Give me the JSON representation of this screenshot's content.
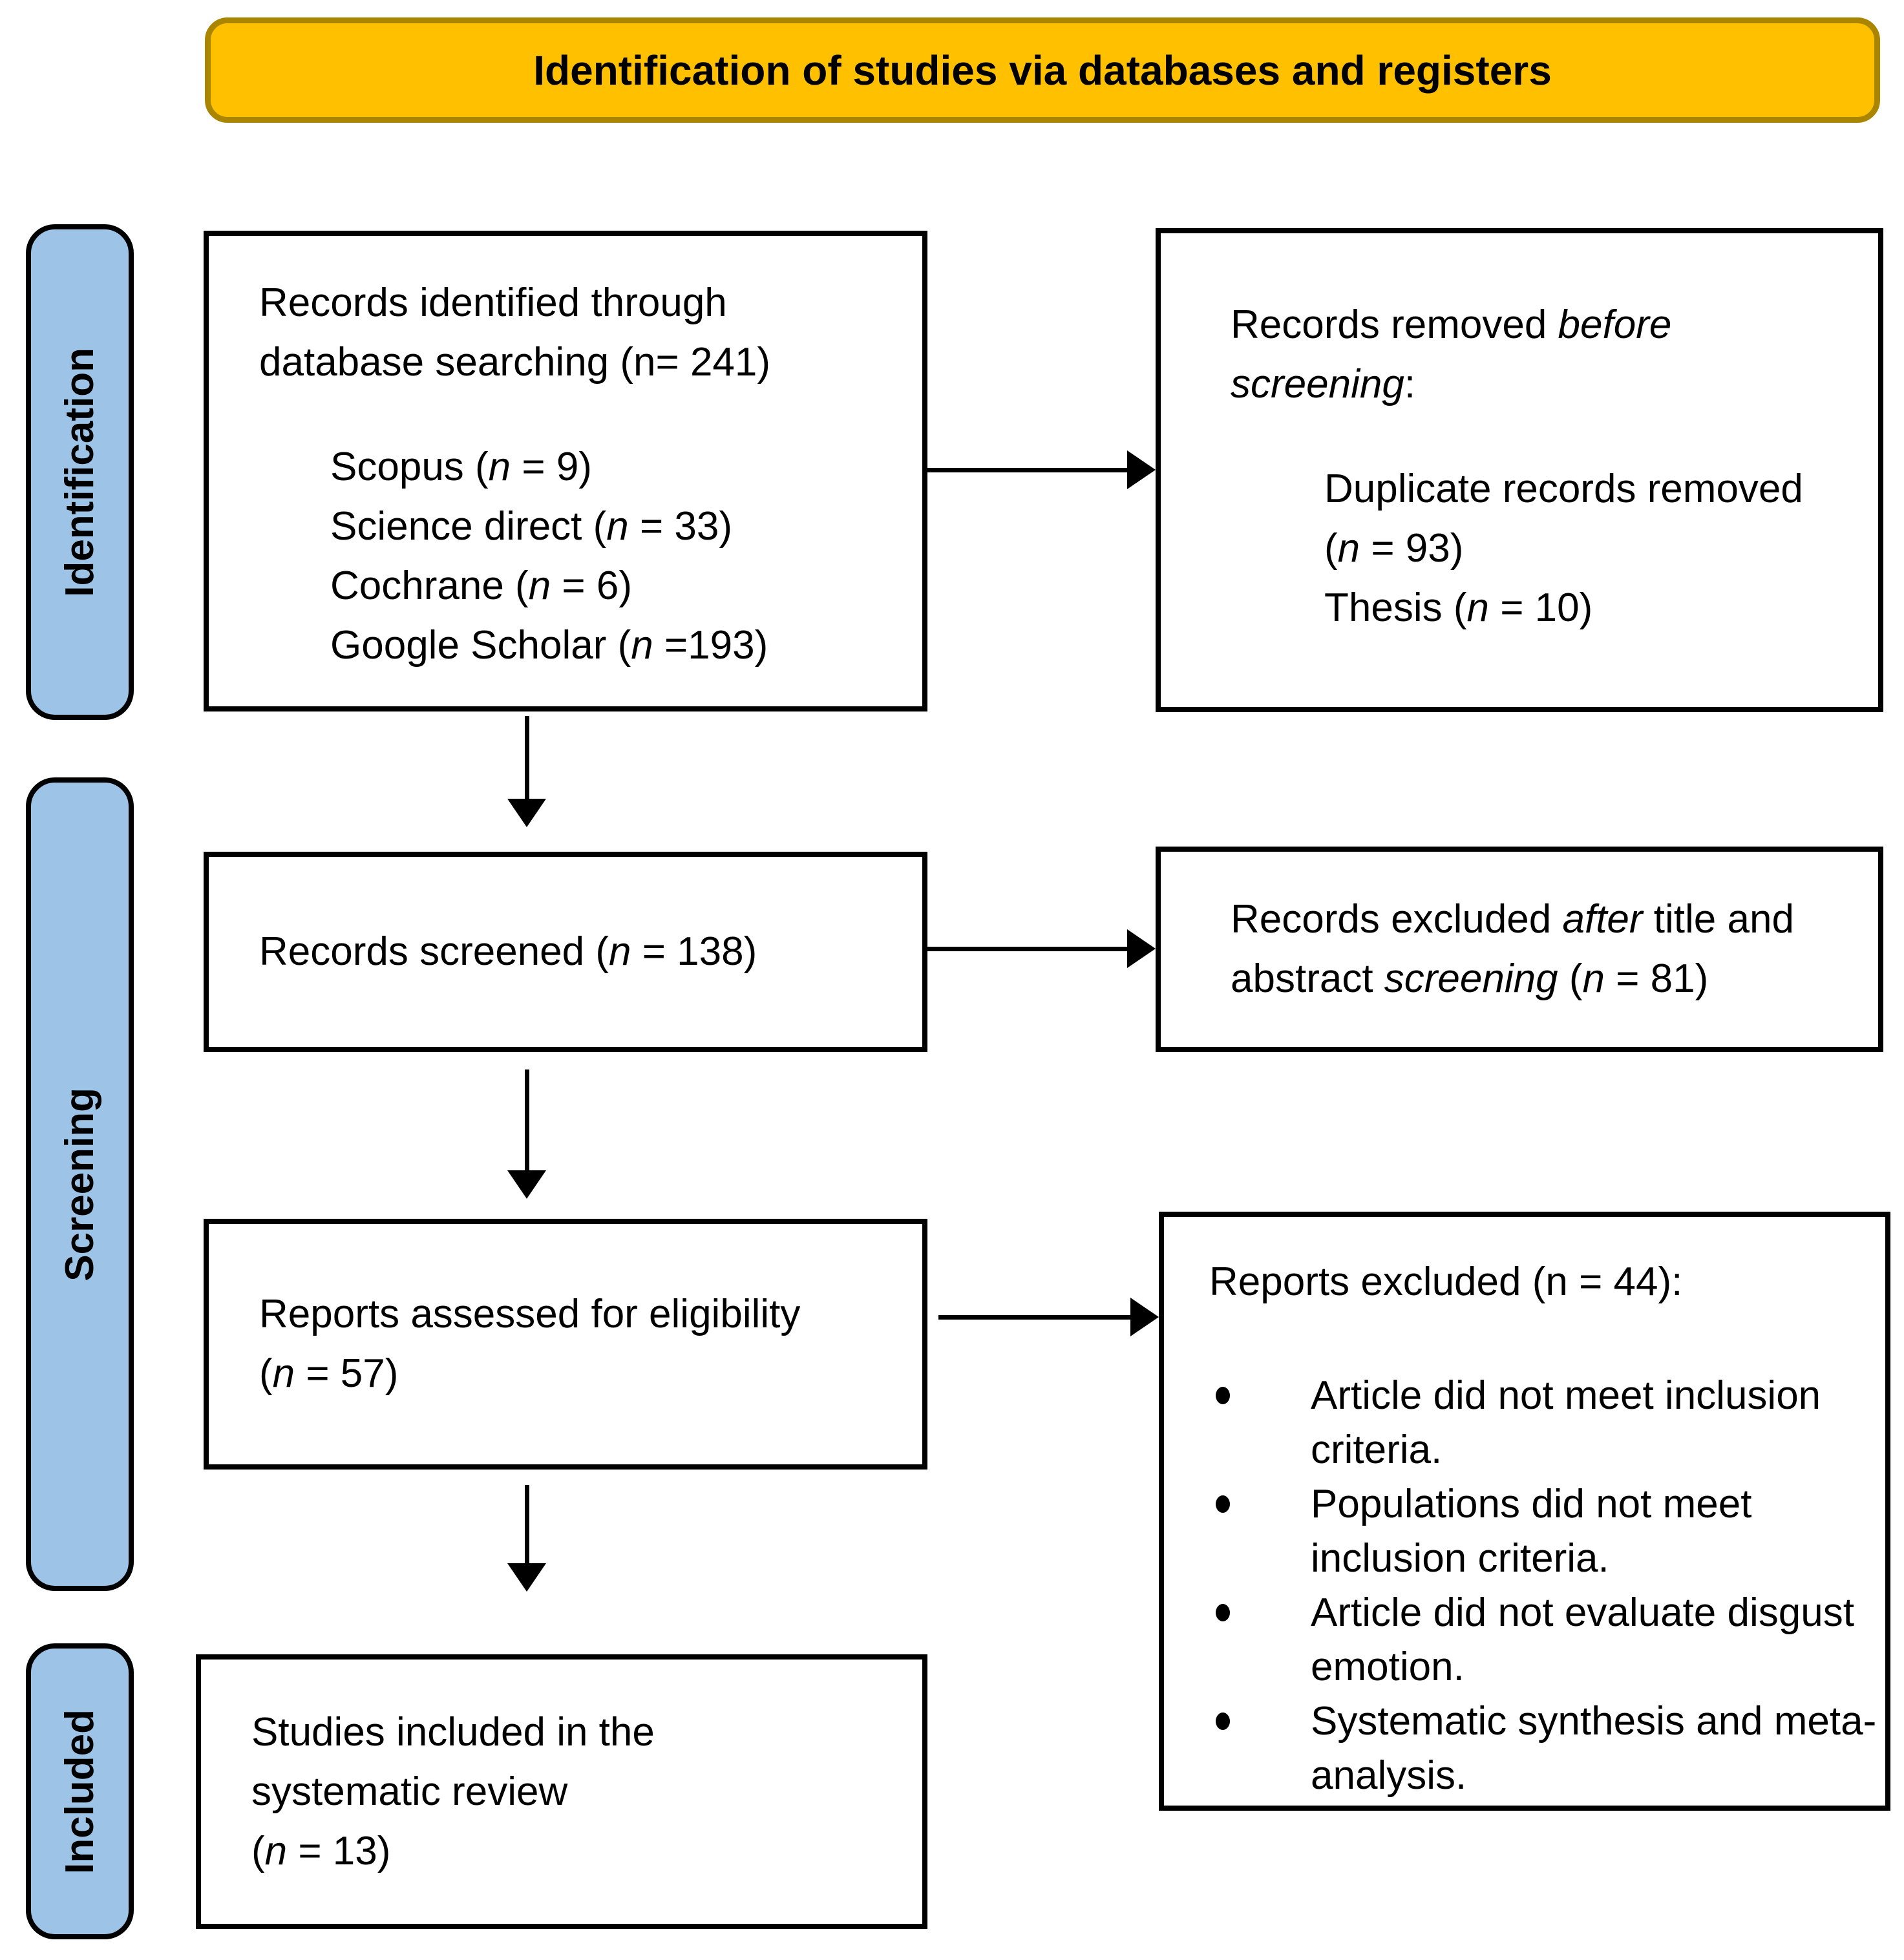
{
  "banner": {
    "title": "Identification of studies via databases and registers"
  },
  "stages": [
    {
      "label": "Identification"
    },
    {
      "label": "Screening"
    },
    {
      "label": "Included"
    }
  ],
  "boxes": {
    "identified": {
      "lines": [
        "Records identified through",
        "database searching (n= 241)"
      ],
      "sources": [
        "Scopus (*n* = 9)",
        "Science direct (*n* = 33)",
        "Cochrane (*n* = 6)",
        "Google Scholar (*n* =193)"
      ]
    },
    "removed": {
      "lines": [
        "Records removed *before*",
        "*screening*:"
      ],
      "items": [
        "Duplicate records removed",
        "(*n* = 93)",
        "Thesis (*n* = 10)"
      ]
    },
    "screened": {
      "text": "Records screened (*n* = 138)"
    },
    "excluded_screening": {
      "lines": [
        "Records excluded *after* title and",
        "abstract *screening* (*n* = 81)"
      ]
    },
    "assessed": {
      "lines": [
        "Reports assessed for eligibility",
        "(*n* = 57)"
      ]
    },
    "reports_excluded": {
      "heading": "Reports excluded (n = 44):",
      "bullets": [
        "Article did not meet inclusion criteria.",
        "Populations did not meet inclusion criteria.",
        "Article did not evaluate disgust emotion.",
        "Systematic synthesis and meta-analysis."
      ]
    },
    "included": {
      "lines": [
        "Studies included in the",
        "systematic review",
        "(*n* = 13)"
      ]
    }
  },
  "colors": {
    "banner_fill": "#FFC000",
    "banner_border": "#A98500",
    "stage_fill": "#9DC3E6",
    "border": "#000000"
  }
}
